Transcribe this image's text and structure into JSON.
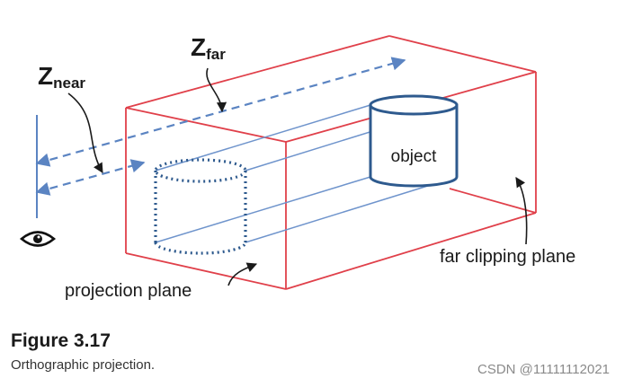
{
  "labels": {
    "z_near_main": "Z",
    "z_near_sub": "near",
    "z_far_main": "Z",
    "z_far_sub": "far",
    "object": "object",
    "far_clipping_plane": "far clipping plane",
    "projection_plane": "projection plane"
  },
  "caption": {
    "figure_number": "Figure 3.17",
    "text": "Orthographic projection."
  },
  "watermark": "CSDN @11111112021",
  "colors": {
    "frustum": "#e0404a",
    "projectors": "#6f94cc",
    "z_arrows": "#5b84c2",
    "object": "#2e5a8e",
    "text": "#1a1a1a"
  },
  "icons": [
    "eye-icon"
  ]
}
